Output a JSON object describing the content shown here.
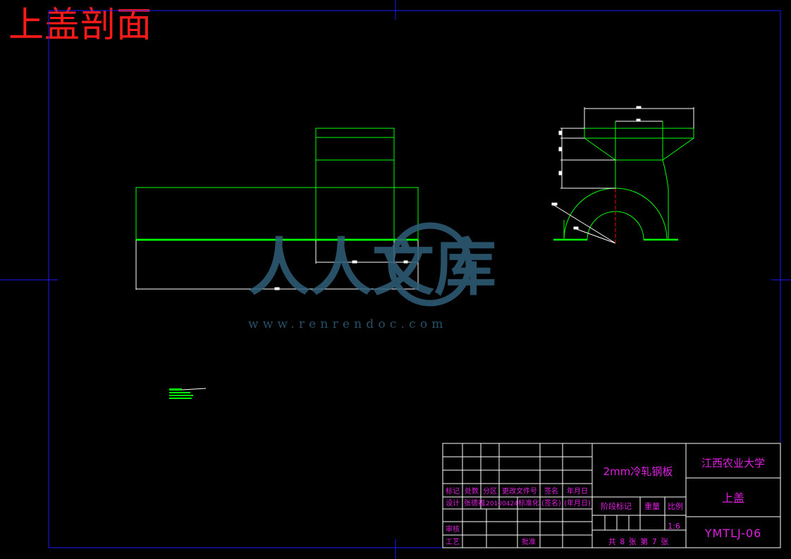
{
  "title": "上盖剖面",
  "watermark": {
    "brand": "人人文库",
    "url": "www.renrendoc.com"
  },
  "title_block": {
    "material": "2mm冷轧钢板",
    "school": "江西农业大学",
    "part_name": "上盖",
    "drawing_no": "YMTLJ-06",
    "scale": "1:6",
    "sheet_info": "共 8 张 第 7 张",
    "headers": [
      "标记",
      "处数",
      "分区",
      "更改文件号",
      "签名",
      "年月日"
    ],
    "design_row": [
      "设计",
      "张德福",
      "20100424",
      "标准化",
      "(签名)",
      "(年月日)"
    ],
    "stage_mark": "阶段标记",
    "weight": "重量",
    "scale_label": "比例",
    "review": "审核",
    "process": "工艺",
    "approve": "批准"
  },
  "colors": {
    "border": "#1a1aff",
    "outline": "#00ff00",
    "dimension": "#ffffff",
    "centerline": "#ff0000",
    "title_text": "#e020e0",
    "title": "#ff1a1a"
  }
}
